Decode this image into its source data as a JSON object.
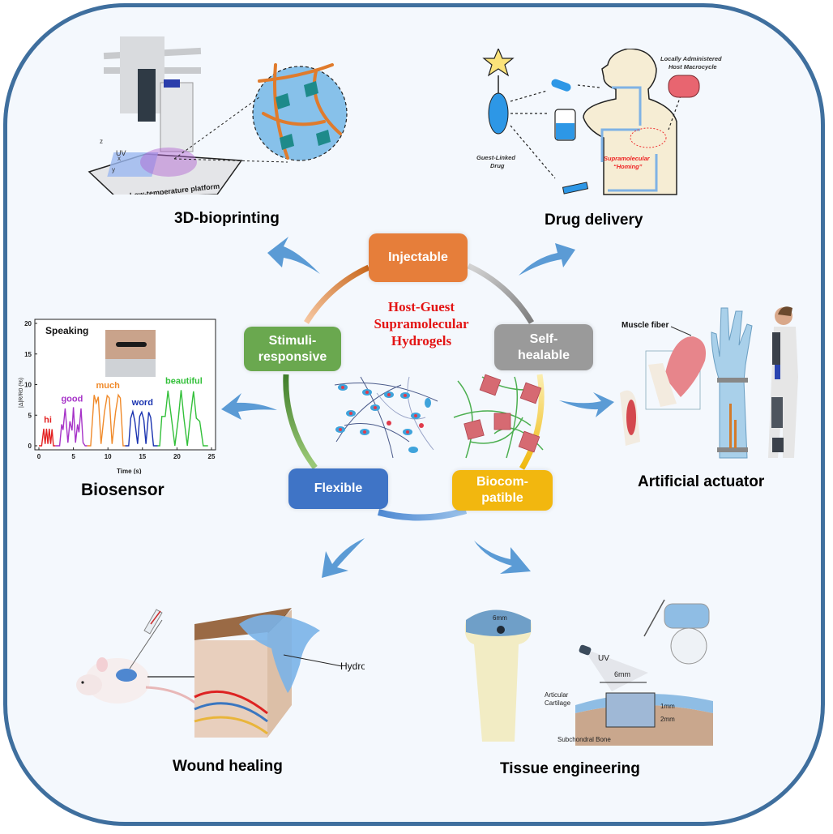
{
  "center": {
    "title_lines": [
      "Host-Guest",
      "Supramolecular",
      "Hydrogels"
    ]
  },
  "properties": [
    {
      "id": "injectable",
      "label": "Injectable",
      "color": "#e67e3a"
    },
    {
      "id": "self-healable",
      "label_lines": [
        "Self-",
        "healable"
      ],
      "color": "#9a9a9a"
    },
    {
      "id": "biocompatible",
      "label_lines": [
        "Biocom-",
        "patible"
      ],
      "color": "#f2b70f"
    },
    {
      "id": "flexible",
      "label": "Flexible",
      "color": "#3f74c6"
    },
    {
      "id": "stimuli-responsive",
      "label_lines": [
        "Stimuli-",
        "responsive"
      ],
      "color": "#6aa84f"
    }
  ],
  "applications": {
    "bioprinting": {
      "title": "3D-bioprinting",
      "labels": {
        "uv": "UV",
        "axis_z": "z",
        "axis_x": "x",
        "axis_y": "y",
        "platform": "Low-temperature platform"
      }
    },
    "drug_delivery": {
      "title": "Drug delivery",
      "labels": {
        "guest_drug": [
          "Guest-Linked",
          "Drug"
        ],
        "host": [
          "Locally Administered",
          "Host Macrocycle"
        ],
        "homing": [
          "Supramolecular",
          "“Homing”"
        ]
      }
    },
    "biosensor": {
      "title": "Biosensor",
      "panel_label": "Speaking"
    },
    "artificial_actuator": {
      "title": "Artificial actuator",
      "labels": {
        "muscle": "Muscle fiber"
      }
    },
    "wound_healing": {
      "title": "Wound healing",
      "labels": {
        "hydrogel": "Hydrogel"
      }
    },
    "tissue_engineering": {
      "title": "Tissue engineering",
      "labels": {
        "knee_size": "6mm",
        "uv": "UV",
        "width": "6mm",
        "cartilage": [
          "Articular",
          "Cartilage"
        ],
        "depth1": "1mm",
        "depth2": "2mm",
        "bone": "Subchondral Bone"
      }
    }
  },
  "colors": {
    "frame": "#3f6f9e",
    "background": "#f4f8fd",
    "arrow": "#5b9bd5",
    "center_title": "#e31414"
  },
  "chart_data": {
    "type": "line",
    "title": "Speaking",
    "xlabel": "Time (s)",
    "ylabel": "|Δ|R/R0 (%)",
    "xlim": [
      0,
      25
    ],
    "ylim": [
      0,
      20
    ],
    "xticks": [
      0,
      5,
      10,
      15,
      20,
      25
    ],
    "yticks": [
      0,
      5,
      10,
      15,
      20
    ],
    "grid": false,
    "series": [
      {
        "name": "hi",
        "color": "#e32222",
        "x": [
          0.0,
          0.4,
          0.7,
          0.9,
          1.1,
          1.3,
          1.5,
          1.7,
          1.9,
          2.1,
          2.4
        ],
        "y": [
          0,
          0,
          2.8,
          0.3,
          2.8,
          0.3,
          2.8,
          0.3,
          2.7,
          0,
          0
        ]
      },
      {
        "name": "good",
        "color": "#a632c8",
        "x": [
          2.4,
          3.0,
          3.3,
          3.5,
          3.8,
          4.2,
          4.5,
          4.8,
          5.0,
          5.3,
          5.6,
          5.8,
          6.1,
          6.4,
          6.7,
          7.0
        ],
        "y": [
          0,
          0,
          3.5,
          2.6,
          6.1,
          0.5,
          4.0,
          2.5,
          6.3,
          0.5,
          3.5,
          2.2,
          6.1,
          0.5,
          0,
          0
        ]
      },
      {
        "name": "much",
        "color": "#f08a2a",
        "x": [
          7.0,
          7.5,
          8.0,
          8.3,
          8.6,
          9.0,
          9.5,
          9.9,
          10.2,
          10.6,
          11.1,
          11.5,
          11.8,
          12.2,
          12.5
        ],
        "y": [
          0,
          0,
          8.3,
          7.0,
          8.0,
          0.3,
          5.5,
          8.2,
          7.8,
          0.3,
          5.5,
          8.3,
          7.8,
          0,
          0
        ]
      },
      {
        "name": "word",
        "color": "#1a33b0",
        "x": [
          12.5,
          13.0,
          13.3,
          13.6,
          13.9,
          14.3,
          14.6,
          14.9,
          15.2,
          15.5,
          15.9,
          16.2,
          16.6,
          17.2
        ],
        "y": [
          0,
          0,
          4.5,
          5.6,
          4.0,
          0.3,
          4.8,
          5.5,
          4.2,
          0.3,
          5.5,
          4.6,
          0,
          0
        ]
      },
      {
        "name": "beautiful",
        "color": "#33c03a",
        "x": [
          17.2,
          17.5,
          17.8,
          18.3,
          18.7,
          19.2,
          19.7,
          20.2,
          20.6,
          21.0,
          21.5,
          21.9,
          22.4,
          22.8,
          23.3,
          23.8,
          24.2,
          24.5
        ],
        "y": [
          0,
          0,
          4.8,
          4.8,
          9.0,
          4.5,
          0,
          4.5,
          9.1,
          4.6,
          0,
          4.3,
          8.9,
          4.5,
          4.0,
          0,
          0,
          0
        ]
      }
    ],
    "annotations": [
      {
        "text": "hi",
        "x": 1.3,
        "y": 3.8
      },
      {
        "text": "good",
        "x": 4.8,
        "y": 7.2
      },
      {
        "text": "much",
        "x": 10.0,
        "y": 9.4
      },
      {
        "text": "word",
        "x": 15.0,
        "y": 6.6
      },
      {
        "text": "beautiful",
        "x": 21.0,
        "y": 10.1
      }
    ]
  }
}
